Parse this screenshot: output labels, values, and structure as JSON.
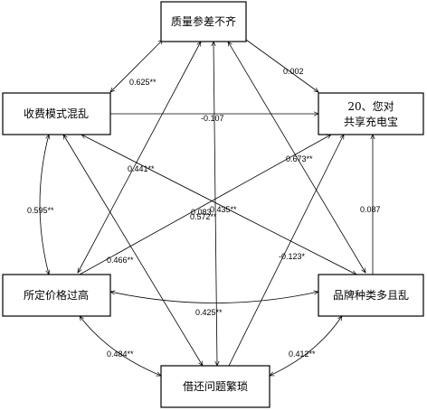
{
  "diagram": {
    "nodes": {
      "quality": {
        "lines": [
          "质量参差不齐"
        ]
      },
      "fee": {
        "lines": [
          "收费模式混乱"
        ]
      },
      "target": {
        "lines": [
          "20、您对",
          "共享充电宝"
        ]
      },
      "price": {
        "lines": [
          "所定价格过高"
        ]
      },
      "brand": {
        "lines": [
          "品牌种类多且乱"
        ]
      },
      "borrow": {
        "lines": [
          "借还问题繁琐"
        ]
      }
    },
    "edges": {
      "quality_fee": {
        "coef": "0.625**",
        "type": "covariance"
      },
      "quality_target": {
        "coef": "0.002",
        "type": "path"
      },
      "fee_target": {
        "coef": "-0.107",
        "type": "path"
      },
      "quality_price": {
        "coef": "0.441**",
        "type": "covariance"
      },
      "brand_target": {
        "coef": "0.087",
        "type": "path"
      },
      "fee_price": {
        "coef": "0.595**",
        "type": "covariance"
      },
      "borrow_target": {
        "coef": "0.673**",
        "type": "path"
      },
      "quality_borrow": {
        "coef": "0.083",
        "type": "covariance"
      },
      "fee_brand": {
        "coef": "0.435**",
        "type": "covariance"
      },
      "quality_brand": {
        "coef": "0.572**",
        "type": "covariance"
      },
      "price_target": {
        "coef": "-0.123*",
        "type": "path"
      },
      "fee_borrow": {
        "coef": "0.466**",
        "type": "covariance"
      },
      "price_brand": {
        "coef": "0.425**",
        "type": "covariance"
      },
      "price_borrow": {
        "coef": "0.484**",
        "type": "covariance"
      },
      "brand_borrow": {
        "coef": "0.412**",
        "type": "covariance"
      }
    }
  }
}
